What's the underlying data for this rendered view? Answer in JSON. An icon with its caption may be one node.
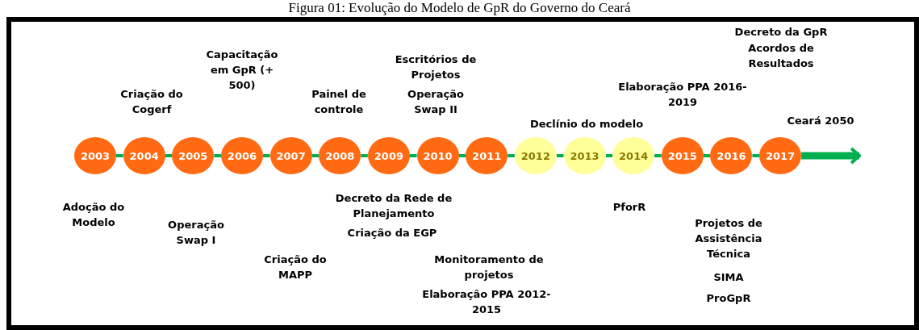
{
  "diagram": {
    "title": "Figura 01: Evolução do Modelo de GpR do Governo do Ceará",
    "nodes": [
      {
        "text": [
          "2003"
        ]
      },
      {
        "text": [
          "2004"
        ]
      },
      {
        "text": [
          "2005"
        ]
      },
      {
        "text": [
          "2006"
        ]
      },
      {
        "text": [
          "2007"
        ]
      },
      {
        "text": [
          "2008"
        ]
      },
      {
        "text": [
          "2009"
        ]
      },
      {
        "text": [
          "2010"
        ]
      },
      {
        "text": [
          "2011"
        ]
      },
      {
        "text": [
          "2012"
        ]
      },
      {
        "text": [
          "2013"
        ]
      },
      {
        "text": [
          "2014"
        ]
      },
      {
        "text": [
          "2015"
        ]
      },
      {
        "text": [
          "2016"
        ]
      },
      {
        "text": [
          "2017"
        ]
      }
    ],
    "edges": [
      {
        "from": 0,
        "to": 1,
        "arrow": "none"
      },
      {
        "from": 1,
        "to": 2,
        "arrow": "none"
      },
      {
        "from": 2,
        "to": 3,
        "arrow": "none"
      },
      {
        "from": 3,
        "to": 4,
        "arrow": "none"
      },
      {
        "from": 4,
        "to": 5,
        "arrow": "none"
      },
      {
        "from": 5,
        "to": 6,
        "arrow": "none"
      },
      {
        "from": 6,
        "to": 7,
        "arrow": "none"
      },
      {
        "from": 7,
        "to": 8,
        "arrow": "none"
      },
      {
        "from": 8,
        "to": 9,
        "arrow": "none"
      },
      {
        "from": 9,
        "to": 10,
        "arrow": "none"
      },
      {
        "from": 10,
        "to": 11,
        "arrow": "none"
      },
      {
        "from": 11,
        "to": 12,
        "arrow": "none"
      },
      {
        "from": 12,
        "to": 13,
        "arrow": "none"
      },
      {
        "from": 13,
        "to": 14,
        "arrow": "none"
      },
      {
        "from": 14,
        "to": null,
        "arrow": "to",
        "style": "thick"
      }
    ],
    "labels": [
      "Capacitação em GpR (+ 500)",
      "Criação do Cogerf",
      "Painel de controle",
      "Escritórios de Projetos",
      "Operação Swap II",
      "Decreto da GpR",
      "Acordos de Resultados",
      "Elaboração PPA 2016-2019",
      "Declínio do modelo",
      "Ceará 2050",
      "Adoção do Modelo",
      "Operação Swap I",
      "Criação do MAPP",
      "Decreto da Rede de Planejamento",
      "Criação da EGP",
      "Monitoramento de projetos",
      "Elaboração PPA 2012-2015",
      "PforR",
      "Projetos de Assistência Técnica",
      "SIMA",
      "ProGpR"
    ]
  }
}
